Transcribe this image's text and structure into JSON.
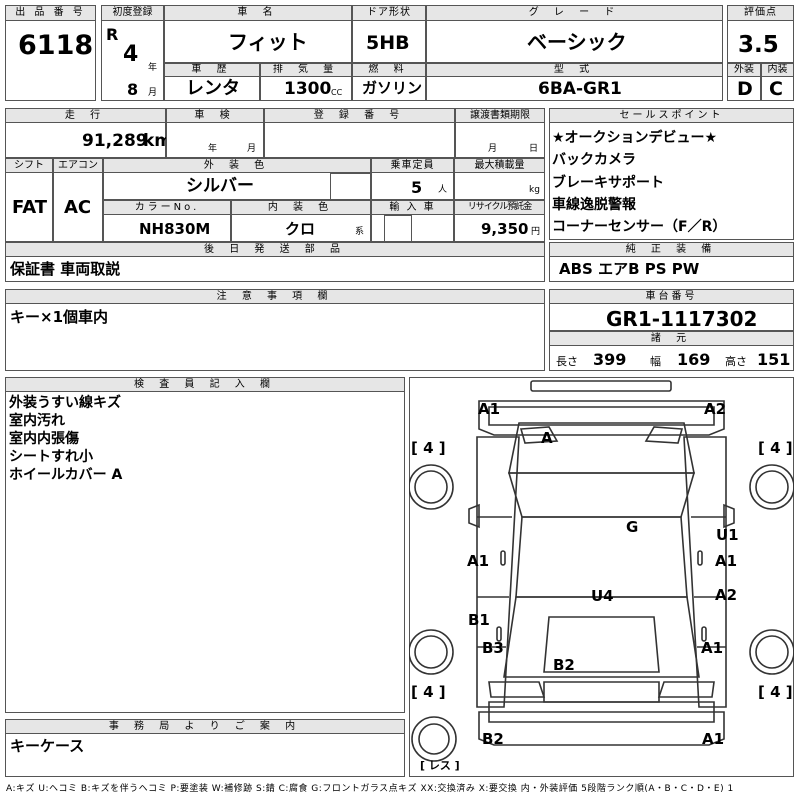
{
  "header": {
    "lot_no": {
      "label": "出 品 番 号",
      "value": "6118"
    },
    "first_reg": {
      "label": "初度登録",
      "era": "R",
      "year": "4",
      "year_unit": "年",
      "month": "8",
      "month_unit": "月"
    },
    "car_name": {
      "label": "車 名",
      "value": "フィット"
    },
    "door": {
      "label": "ドア形状",
      "value": "5HB"
    },
    "grade": {
      "label": "グ レ ー ド",
      "value": "ベーシック"
    },
    "score": {
      "label": "評価点",
      "value": "3.5"
    },
    "history": {
      "label": "車 歴",
      "value": "レンタ"
    },
    "displacement": {
      "label": "排 気 量",
      "value": "1300",
      "unit": "CC"
    },
    "fuel": {
      "label": "燃 料",
      "value": "ガソリン"
    },
    "model": {
      "label": "型 式",
      "value": "6BA-GR1"
    },
    "exterior": {
      "label": "外装",
      "value": "D"
    },
    "interior": {
      "label": "内装",
      "value": "C"
    }
  },
  "row2": {
    "mileage": {
      "label": "走 行",
      "value": "91,289",
      "unit": "km"
    },
    "inspection": {
      "label": "車 検",
      "year_unit": "年",
      "month_unit": "月"
    },
    "reg_no": {
      "label": "登 録 番 号"
    },
    "transfer_doc": {
      "label": "譲渡書類期限",
      "month_unit": "月",
      "day_unit": "日"
    },
    "shift": {
      "label": "シフト",
      "value": "FAT"
    },
    "aircon": {
      "label": "エアコン",
      "value": "AC"
    },
    "ext_color": {
      "label": "外 装 色",
      "value": "シルバー"
    },
    "capacity": {
      "label": "乗車定員",
      "value": "5",
      "unit": "人"
    },
    "max_load": {
      "label": "最大積載量",
      "unit": "kg"
    },
    "color_no": {
      "label": "カラーNo.",
      "value": "NH830M"
    },
    "int_color": {
      "label": "内 装 色",
      "value": "クロ",
      "suffix": "系"
    },
    "import": {
      "label": "輸 入 車"
    },
    "recycle": {
      "label": "リサイクル預託金",
      "value": "9,350",
      "unit": "円"
    }
  },
  "later_parts": {
    "label": "後 日 発 送 部 品",
    "value": "保証書 車両取説"
  },
  "sales_points": {
    "label": "セールスポイント",
    "items": [
      "★オークションデビュー★",
      "バックカメラ",
      "ブレーキサポート",
      "車線逸脱警報",
      "コーナーセンサー（F／R）"
    ]
  },
  "equipment": {
    "label": "純 正 装 備",
    "value": "ABS エアB PS PW"
  },
  "notes": {
    "label": "注 意 事 項 欄",
    "value": "キー×1個車内"
  },
  "chassis": {
    "label": "車台番号",
    "value": "GR1-1117302"
  },
  "dimensions": {
    "label": "諸 元",
    "length_label": "長さ",
    "length": "399",
    "width_label": "幅",
    "width": "169",
    "height_label": "高さ",
    "height": "151"
  },
  "inspector": {
    "label": "検 査 員 記 入 欄",
    "items": [
      "外装うすい線キズ",
      "室内汚れ",
      "室内内張傷",
      "シートすれ小",
      "ホイールカバー A"
    ]
  },
  "office": {
    "label": "事 務 局 よ り ご 案 内",
    "value": "キーケース"
  },
  "diagram": {
    "marks": {
      "front_left": "A1",
      "front_right": "A2",
      "windshield": "A",
      "roof": "G",
      "left_front_door": "A1",
      "right_front_door": "U1",
      "right_front_door_2": "A1",
      "right_rear_door": "A2",
      "left_rear_door": "B1",
      "left_rear_fender": "B3",
      "right_rear_fender": "A1",
      "rear_glass": "B2",
      "roof_rear": "U4",
      "rear_left": "B2",
      "rear_right": "A1",
      "tire_fl": "[ 4 ]",
      "tire_fr": "[ 4 ]",
      "tire_rl": "[ 4 ]",
      "tire_rr": "[ 4 ]",
      "spare": "[ レス ]"
    }
  },
  "legend": "A:キズ U:ヘコミ B:キズを伴うヘコミ P:要塗装 W:補修跡 S:錆 C:腐食 G:フロントガラス点キズ XX:交換済み X:要交換 内・外装評価 5段階ランク順(A・B・C・D・E) 1"
}
